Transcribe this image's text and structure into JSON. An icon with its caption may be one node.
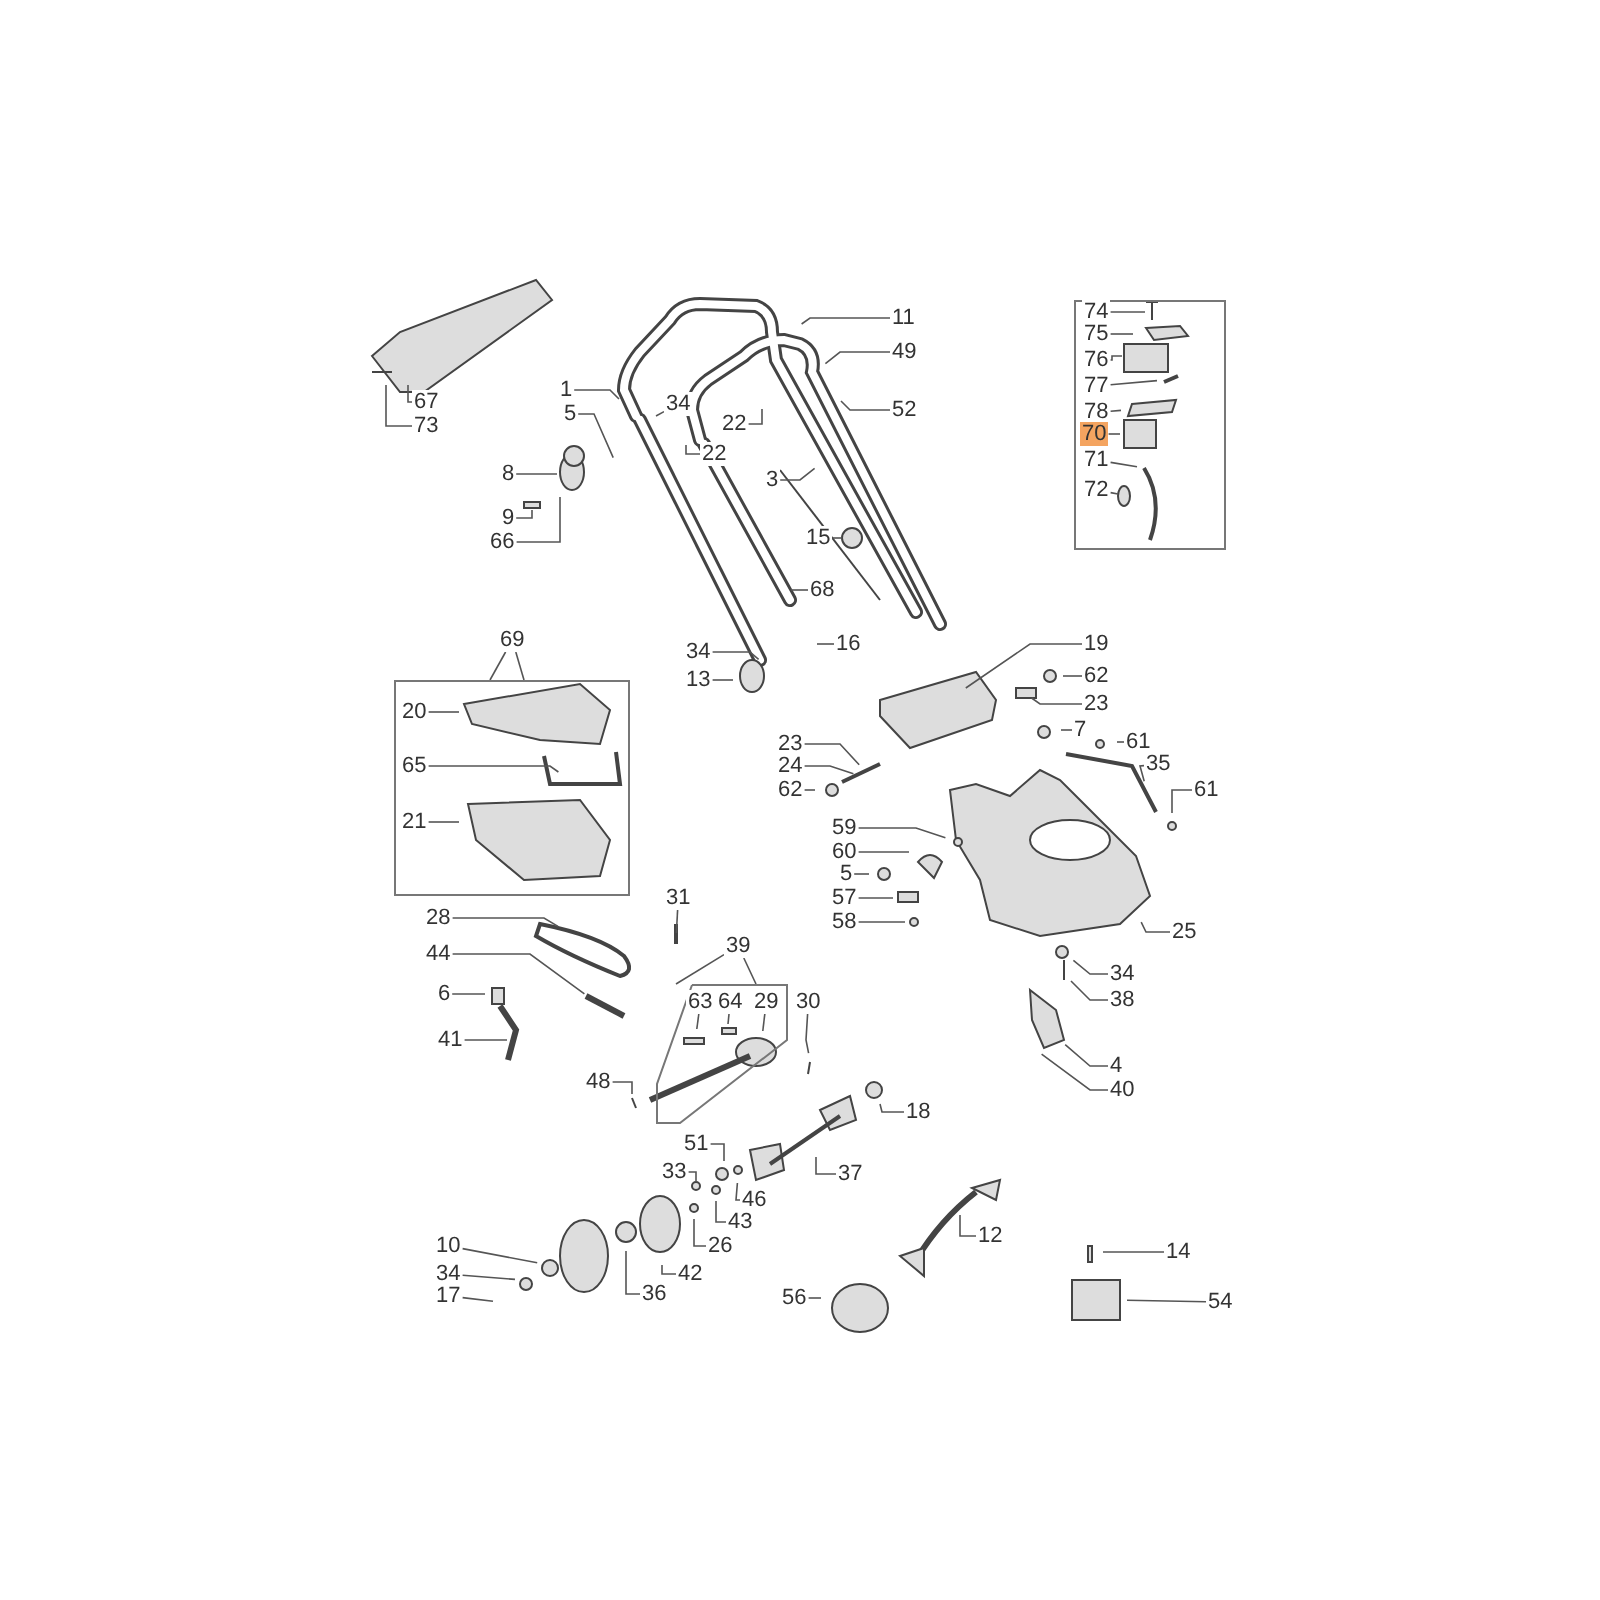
{
  "diagram": {
    "nodes": [
      {
        "text": [
          "67"
        ]
      },
      {
        "text": [
          "73"
        ]
      },
      {
        "text": [
          "1"
        ]
      },
      {
        "text": [
          "5"
        ]
      },
      {
        "text": [
          "34"
        ]
      },
      {
        "text": [
          "22"
        ]
      },
      {
        "text": [
          "22"
        ]
      },
      {
        "text": [
          "11"
        ]
      },
      {
        "text": [
          "49"
        ]
      },
      {
        "text": [
          "52"
        ]
      },
      {
        "text": [
          "3"
        ]
      },
      {
        "text": [
          "8"
        ]
      },
      {
        "text": [
          "9"
        ]
      },
      {
        "text": [
          "66"
        ]
      },
      {
        "text": [
          "15"
        ]
      },
      {
        "text": [
          "68"
        ]
      },
      {
        "text": [],
        "shape": "box"
      },
      {
        "text": [
          "74"
        ],
        "in": 16
      },
      {
        "text": [
          "75"
        ],
        "in": 16
      },
      {
        "text": [
          "76"
        ],
        "in": 16
      },
      {
        "text": [
          "77"
        ],
        "in": 16
      },
      {
        "text": [
          "78"
        ],
        "in": 16
      },
      {
        "text": [
          "70"
        ],
        "in": 16
      },
      {
        "text": [
          "71"
        ],
        "in": 16
      },
      {
        "text": [
          "72"
        ],
        "in": 16
      },
      {
        "text": [
          "16"
        ]
      },
      {
        "text": [
          "34"
        ]
      },
      {
        "text": [
          "13"
        ]
      },
      {
        "text": [
          "69"
        ]
      },
      {
        "text": [],
        "shape": "box"
      },
      {
        "text": [
          "20"
        ],
        "in": 29
      },
      {
        "text": [
          "65"
        ],
        "in": 29
      },
      {
        "text": [
          "21"
        ],
        "in": 29
      },
      {
        "text": [
          "19"
        ]
      },
      {
        "text": [
          "62"
        ]
      },
      {
        "text": [
          "23"
        ]
      },
      {
        "text": [
          "23"
        ]
      },
      {
        "text": [
          "24"
        ]
      },
      {
        "text": [
          "62"
        ]
      },
      {
        "text": [
          "7"
        ]
      },
      {
        "text": [
          "61"
        ]
      },
      {
        "text": [
          "35"
        ]
      },
      {
        "text": [
          "61"
        ]
      },
      {
        "text": [
          "59"
        ]
      },
      {
        "text": [
          "60"
        ]
      },
      {
        "text": [
          "5"
        ]
      },
      {
        "text": [
          "57"
        ]
      },
      {
        "text": [
          "58"
        ]
      },
      {
        "text": [
          "25"
        ]
      },
      {
        "text": [
          "34"
        ]
      },
      {
        "text": [
          "38"
        ]
      },
      {
        "text": [
          "4"
        ]
      },
      {
        "text": [
          "40"
        ]
      },
      {
        "text": [
          "31"
        ]
      },
      {
        "text": [
          "28"
        ]
      },
      {
        "text": [
          "44"
        ]
      },
      {
        "text": [
          "39"
        ]
      },
      {
        "text": [],
        "shape": "box"
      },
      {
        "text": [
          "63"
        ],
        "in": 57
      },
      {
        "text": [
          "64"
        ],
        "in": 57
      },
      {
        "text": [
          "29"
        ],
        "in": 57
      },
      {
        "text": [
          "30"
        ]
      },
      {
        "text": [
          "6"
        ]
      },
      {
        "text": [
          "41"
        ]
      },
      {
        "text": [
          "48"
        ]
      },
      {
        "text": [
          "18"
        ]
      },
      {
        "text": [
          "51"
        ]
      },
      {
        "text": [
          "37"
        ]
      },
      {
        "text": [
          "33"
        ]
      },
      {
        "text": [
          "46"
        ]
      },
      {
        "text": [
          "43"
        ]
      },
      {
        "text": [
          "26"
        ]
      },
      {
        "text": [
          "42"
        ]
      },
      {
        "text": [
          "36"
        ]
      },
      {
        "text": [
          "12"
        ]
      },
      {
        "text": [
          "14"
        ]
      },
      {
        "text": [
          "10"
        ]
      },
      {
        "text": [
          "34"
        ]
      },
      {
        "text": [
          "17"
        ]
      },
      {
        "text": [
          "56"
        ]
      },
      {
        "text": [
          "54"
        ]
      }
    ],
    "edges": [
      {
        "from": 0,
        "to": null,
        "arrow": "none"
      },
      {
        "from": 1,
        "to": null,
        "arrow": "none"
      },
      {
        "from": 2,
        "to": null,
        "arrow": "none"
      },
      {
        "from": 3,
        "to": null,
        "arrow": "none"
      },
      {
        "from": 4,
        "to": null,
        "arrow": "none"
      },
      {
        "from": 5,
        "to": null,
        "arrow": "none"
      },
      {
        "from": 6,
        "to": null,
        "arrow": "none"
      },
      {
        "from": 7,
        "to": null,
        "arrow": "none"
      },
      {
        "from": 8,
        "to": null,
        "arrow": "none"
      },
      {
        "from": 9,
        "to": null,
        "arrow": "none"
      },
      {
        "from": 10,
        "to": null,
        "arrow": "none"
      },
      {
        "from": 11,
        "to": null,
        "arrow": "none"
      },
      {
        "from": 12,
        "to": null,
        "arrow": "none"
      },
      {
        "from": 13,
        "to": null,
        "arrow": "none"
      },
      {
        "from": 14,
        "to": null,
        "arrow": "none"
      },
      {
        "from": 15,
        "to": null,
        "arrow": "none"
      },
      {
        "from": 17,
        "to": null,
        "arrow": "none"
      },
      {
        "from": 18,
        "to": null,
        "arrow": "none"
      },
      {
        "from": 19,
        "to": null,
        "arrow": "none"
      },
      {
        "from": 20,
        "to": null,
        "arrow": "none"
      },
      {
        "from": 21,
        "to": null,
        "arrow": "none"
      },
      {
        "from": 22,
        "to": null,
        "arrow": "none"
      },
      {
        "from": 23,
        "to": null,
        "arrow": "none"
      },
      {
        "from": 24,
        "to": null,
        "arrow": "none"
      },
      {
        "from": 25,
        "to": null,
        "arrow": "none"
      },
      {
        "from": 26,
        "to": null,
        "arrow": "none"
      },
      {
        "from": 27,
        "to": null,
        "arrow": "none"
      },
      {
        "from": 28,
        "to": 29,
        "arrow": "none"
      },
      {
        "from": 28,
        "to": 29,
        "arrow": "none"
      },
      {
        "from": 30,
        "to": null,
        "arrow": "none"
      },
      {
        "from": 31,
        "to": null,
        "arrow": "none"
      },
      {
        "from": 32,
        "to": null,
        "arrow": "none"
      },
      {
        "from": 33,
        "to": null,
        "arrow": "none"
      },
      {
        "from": 34,
        "to": null,
        "arrow": "none"
      },
      {
        "from": 35,
        "to": null,
        "arrow": "none"
      },
      {
        "from": 36,
        "to": null,
        "arrow": "none"
      },
      {
        "from": 37,
        "to": null,
        "arrow": "none"
      },
      {
        "from": 38,
        "to": null,
        "arrow": "none"
      },
      {
        "from": 39,
        "to": null,
        "arrow": "none"
      },
      {
        "from": 40,
        "to": null,
        "arrow": "none"
      },
      {
        "from": 41,
        "to": null,
        "arrow": "none"
      },
      {
        "from": 42,
        "to": null,
        "arrow": "none"
      },
      {
        "from": 43,
        "to": null,
        "arrow": "none"
      },
      {
        "from": 44,
        "to": null,
        "arrow": "none"
      },
      {
        "from": 45,
        "to": null,
        "arrow": "none"
      },
      {
        "from": 46,
        "to": null,
        "arrow": "none"
      },
      {
        "from": 47,
        "to": null,
        "arrow": "none"
      },
      {
        "from": 48,
        "to": null,
        "arrow": "none"
      },
      {
        "from": 49,
        "to": null,
        "arrow": "none"
      },
      {
        "from": 50,
        "to": null,
        "arrow": "none"
      },
      {
        "from": 51,
        "to": null,
        "arrow": "none"
      },
      {
        "from": 52,
        "to": null,
        "arrow": "none"
      },
      {
        "from": 53,
        "to": null,
        "arrow": "none"
      },
      {
        "from": 54,
        "to": null,
        "arrow": "none"
      },
      {
        "from": 55,
        "to": null,
        "arrow": "none"
      },
      {
        "from": 56,
        "to": 57,
        "arrow": "none"
      },
      {
        "from": 56,
        "to": 57,
        "arrow": "none"
      },
      {
        "from": 58,
        "to": null,
        "arrow": "none"
      },
      {
        "from": 59,
        "to": null,
        "arrow": "none"
      },
      {
        "from": 60,
        "to": null,
        "arrow": "none"
      },
      {
        "from": 61,
        "to": null,
        "arrow": "none"
      },
      {
        "from": 62,
        "to": null,
        "arrow": "none"
      },
      {
        "from": 63,
        "to": null,
        "arrow": "none"
      },
      {
        "from": 64,
        "to": null,
        "arrow": "none"
      },
      {
        "from": 65,
        "to": null,
        "arrow": "none"
      },
      {
        "from": 66,
        "to": null,
        "arrow": "none"
      },
      {
        "from": 67,
        "to": null,
        "arrow": "none"
      },
      {
        "from": 68,
        "to": null,
        "arrow": "none"
      },
      {
        "from": 69,
        "to": null,
        "arrow": "none"
      },
      {
        "from": 70,
        "to": null,
        "arrow": "none"
      },
      {
        "from": 71,
        "to": null,
        "arrow": "none"
      },
      {
        "from": 72,
        "to": null,
        "arrow": "none"
      },
      {
        "from": 73,
        "to": null,
        "arrow": "none"
      },
      {
        "from": 74,
        "to": null,
        "arrow": "none"
      },
      {
        "from": 75,
        "to": null,
        "arrow": "none"
      },
      {
        "from": 76,
        "to": null,
        "arrow": "none"
      },
      {
        "from": 77,
        "to": null,
        "arrow": "none"
      },
      {
        "from": 78,
        "to": null,
        "arrow": "none"
      },
      {
        "from": 79,
        "to": null,
        "arrow": "none"
      },
      {
        "from": 80,
        "to": null,
        "arrow": "none"
      }
    ]
  }
}
